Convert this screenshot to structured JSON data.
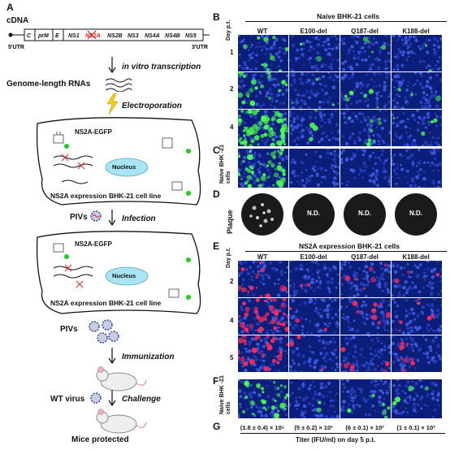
{
  "panelA": {
    "label": "A",
    "cdna": "cDNA",
    "genes": [
      "C",
      "prM",
      "E",
      "NS1",
      "NS2A",
      "NS2B",
      "NS3",
      "NS4A",
      "NS4B",
      "NS5"
    ],
    "utr5": "5'UTR",
    "utr3": "3'UTR",
    "step1": "in vitro transcription",
    "rna": "Genome-length RNAs",
    "step2": "Electroporation",
    "egfp1": "NS2A-EGFP",
    "nucleus1": "Nucleus",
    "cell1": "NS2A expression BHK-21 cell line",
    "piv1": "PIVs",
    "step3": "Infection",
    "egfp2": "NS2A-EGFP",
    "nucleus2": "Nucleus",
    "cell2": "NS2A expression BHK-21 cell line",
    "piv2": "PIVs",
    "step4": "Immunization",
    "wt": "WT virus",
    "step5": "Challenge",
    "protected": "Mice protected"
  },
  "panelB": {
    "label": "B",
    "title": "Naive BHK-21 cells",
    "daylabel": "Day p.t.",
    "cols": [
      "WT",
      "E100-del",
      "Q187-del",
      "K188-del"
    ],
    "rows": [
      "1",
      "2",
      "4"
    ]
  },
  "panelC": {
    "label": "C",
    "side": "Naive BHK -21 cells"
  },
  "panelD": {
    "label": "D",
    "side": "Plaque",
    "nd": "N.D."
  },
  "panelE": {
    "label": "E",
    "title": "NS2A expression BHK-21 cells",
    "daylabel": "Day p.t.",
    "cols": [
      "WT",
      "E100-del",
      "Q187-del",
      "K188-del"
    ],
    "rows": [
      "2",
      "4",
      "5"
    ]
  },
  "panelF": {
    "label": "F",
    "side": "Naive BHK -21 cells"
  },
  "panelG": {
    "label": "G",
    "titers": [
      "(1.8 ± 0.4) × 10⁵",
      "(5 ± 0.2) × 10²",
      "(6 ± 0.1) × 10²",
      "(1 ± 0.1) × 10³"
    ],
    "caption": "Titer (IFU/ml) on day 5 p.t."
  },
  "colors": {
    "blue": "#0b1f7a",
    "green": "#4cff4c",
    "red": "#ff2a5a"
  }
}
